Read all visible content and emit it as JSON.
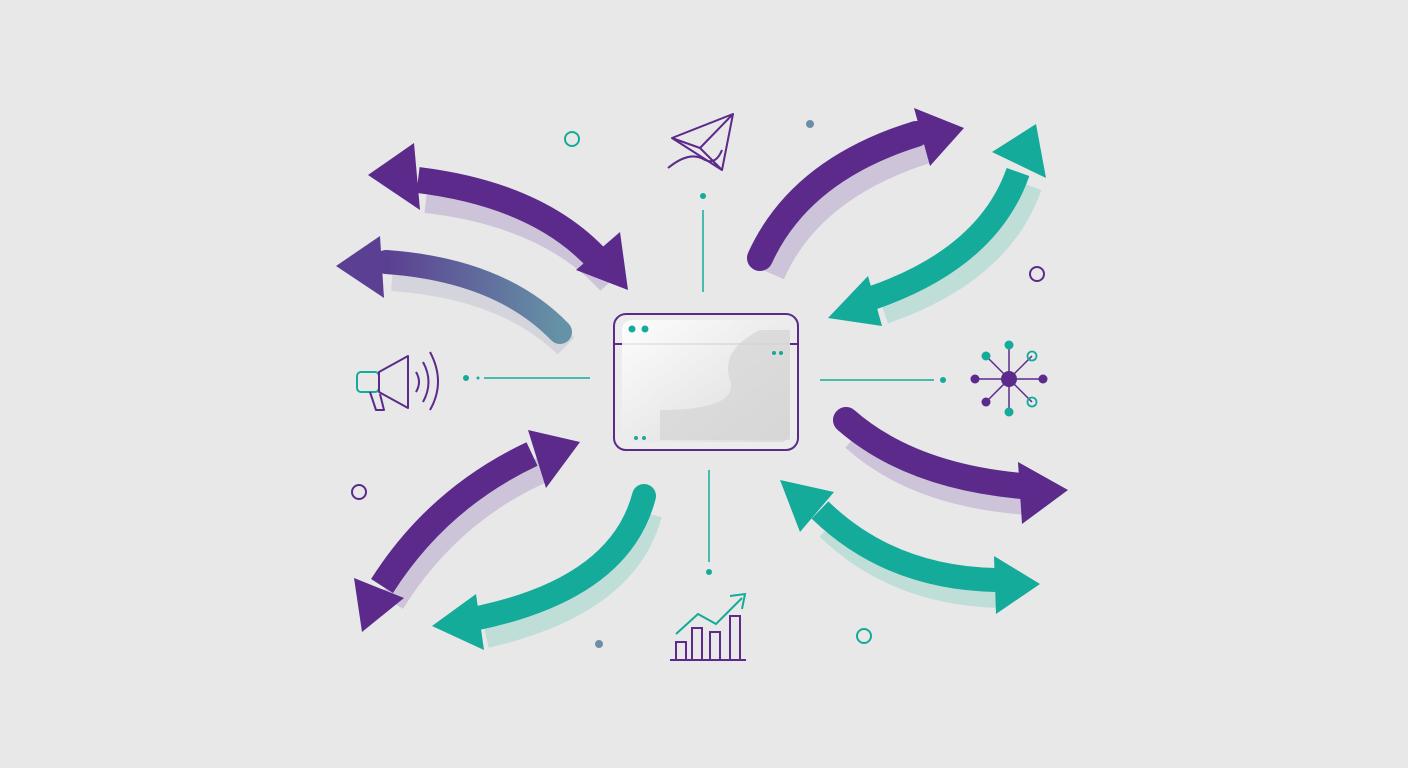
{
  "colors": {
    "background": "#e8e8e8",
    "purple": "#5b2a8a",
    "teal": "#14ab9a",
    "slate": "#6b8fa8",
    "shadow": "#c9c0d6",
    "teal_shadow": "#b7dcd6",
    "window_fill": "#ececec"
  },
  "hub": {
    "kind": "browser-window",
    "icon": "browser-window-icon"
  },
  "icons": [
    {
      "name": "paper-plane-icon"
    },
    {
      "name": "megaphone-icon"
    },
    {
      "name": "network-node-icon"
    },
    {
      "name": "growth-chart-icon"
    }
  ],
  "arrows": [
    {
      "name": "arrow-top-left-bidirectional",
      "color": "purple",
      "direction": "both"
    },
    {
      "name": "arrow-left-outgoing",
      "color": "slate",
      "direction": "outward"
    },
    {
      "name": "arrow-top-right-outgoing",
      "color": "purple",
      "direction": "outward"
    },
    {
      "name": "arrow-top-right-bidirectional",
      "color": "teal",
      "direction": "both"
    },
    {
      "name": "arrow-right-outgoing",
      "color": "purple",
      "direction": "outward"
    },
    {
      "name": "arrow-bottom-right-bidirectional",
      "color": "teal",
      "direction": "both"
    },
    {
      "name": "arrow-bottom-left-bidirectional",
      "color": "purple",
      "direction": "both"
    },
    {
      "name": "arrow-bottom-incoming",
      "color": "teal",
      "direction": "outward"
    }
  ]
}
